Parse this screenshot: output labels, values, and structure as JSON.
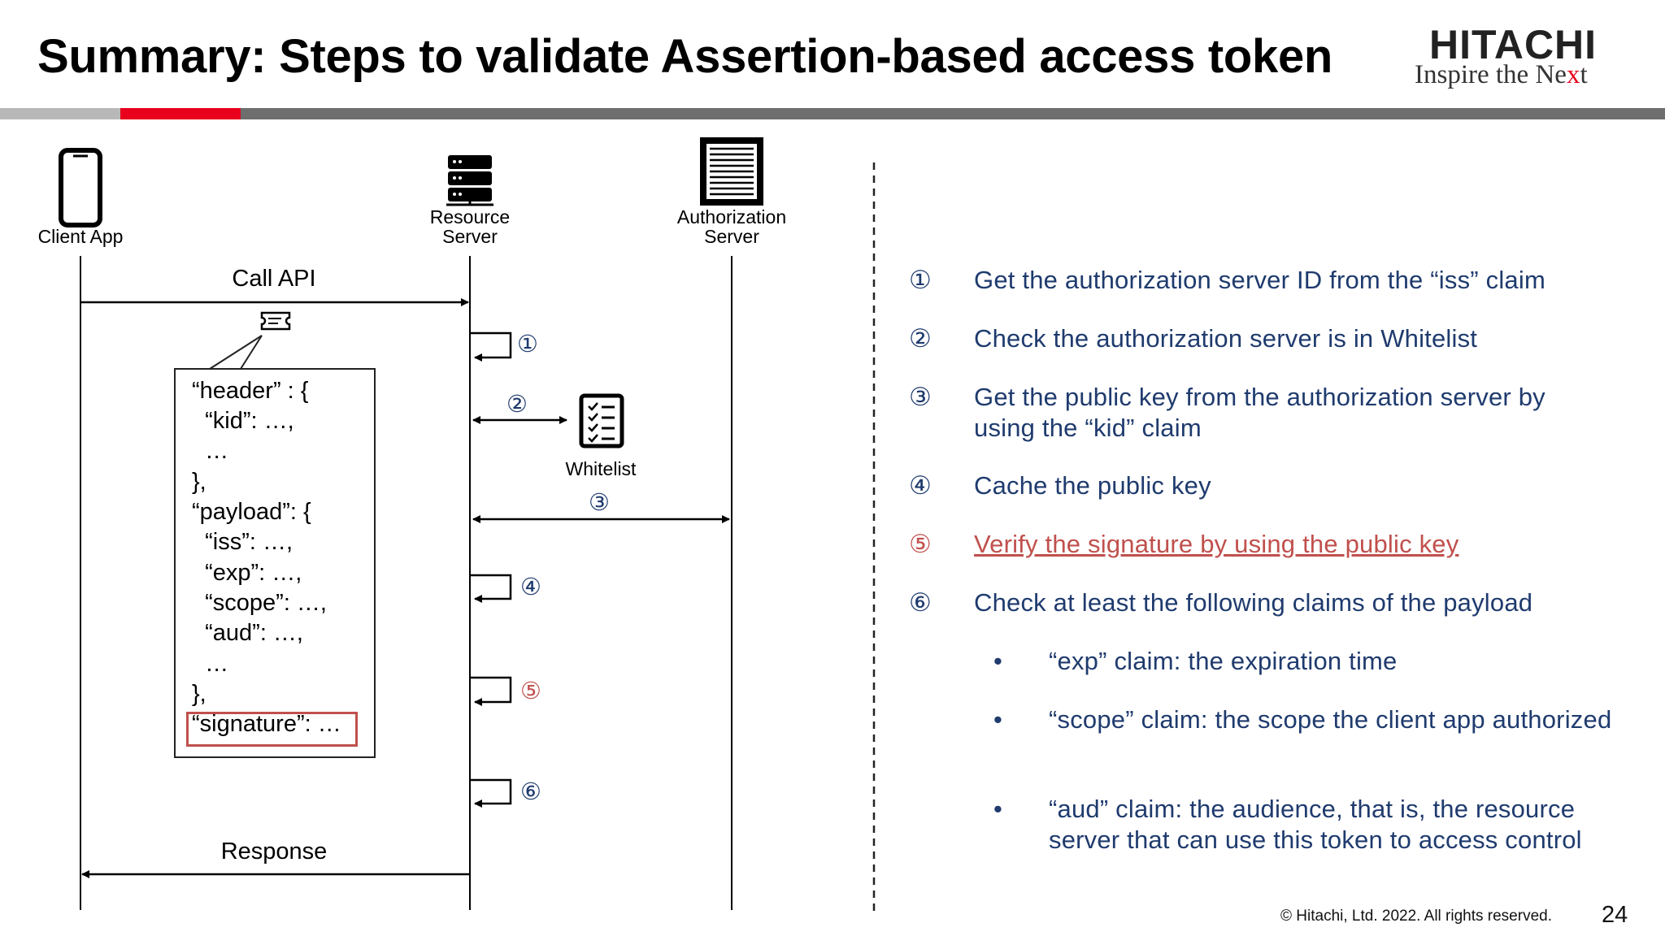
{
  "title": "Summary: Steps to validate Assertion-based access token",
  "logo": {
    "name": "HITACHI",
    "tagline_a": "Inspire the Ne",
    "tagline_b": "x",
    "tagline_c": "t"
  },
  "colors": {
    "accent_red": "#e8001c",
    "step_blue": "#1f3b6e",
    "highlight_red": "#c0504d"
  },
  "actors": {
    "client": {
      "label": "Client App",
      "icon": "smartphone-icon"
    },
    "resource": {
      "label_line1": "Resource",
      "label_line2": "Server",
      "icon": "server-rack-icon"
    },
    "auth": {
      "label_line1": "Authorization",
      "label_line2": "Server",
      "icon": "server-cabinet-icon"
    },
    "whitelist": {
      "label": "Whitelist",
      "icon": "checklist-icon"
    }
  },
  "messages": {
    "call_api": "Call API",
    "response": "Response",
    "token_icon": "ticket-icon"
  },
  "diagram_markers": {
    "m1": "①",
    "m2": "②",
    "m3": "③",
    "m4": "④",
    "m5": "⑤",
    "m6": "⑥"
  },
  "token_json": [
    "“header” : {",
    "  “kid”: …,",
    "  …",
    "},",
    "“payload”: {",
    "  “iss”: …,",
    "  “exp”: …,",
    "  “scope”: …,",
    "  “aud”: …,",
    "  …",
    "},",
    "“signature”: …"
  ],
  "steps": [
    {
      "num": "①",
      "text": "Get the authorization server ID from the “iss” claim"
    },
    {
      "num": "②",
      "text": "Check the authorization server is in Whitelist"
    },
    {
      "num": "③",
      "text": "Get the public key from the authorization server by using the “kid” claim"
    },
    {
      "num": "④",
      "text": "Cache the public key"
    },
    {
      "num": "⑤",
      "text": "Verify the signature by using the public key"
    },
    {
      "num": "⑥",
      "text": "Check at least the following claims of the payload"
    }
  ],
  "sub_bullets": [
    {
      "bullet": "•",
      "text": "“exp” claim: the expiration time"
    },
    {
      "bullet": "•",
      "text": "“scope” claim: the scope the client app authorized"
    },
    {
      "bullet": "•",
      "text": "“aud” claim: the audience, that is, the resource server that can use this token to access control"
    }
  ],
  "footer": {
    "copyright": "© Hitachi, Ltd. 2022. All rights reserved.",
    "page": "24"
  }
}
